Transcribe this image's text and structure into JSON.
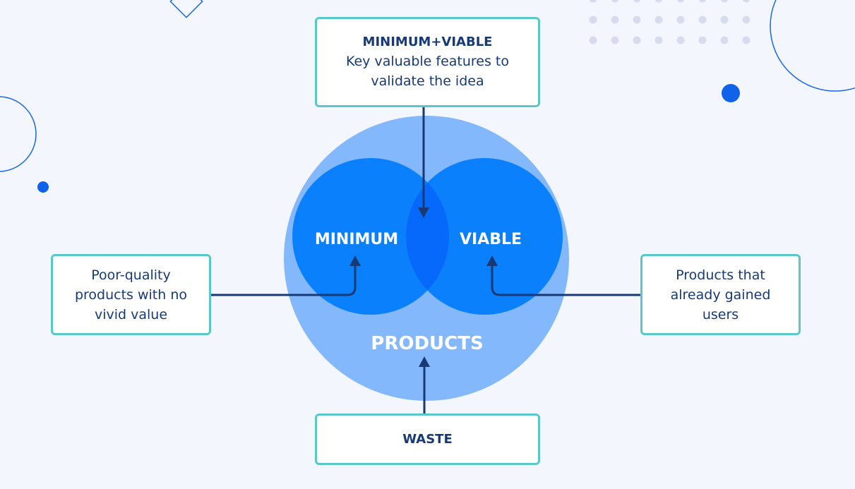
{
  "boxes": {
    "top": {
      "title": "MINIMUM+VIABLE",
      "line1": "Key valuable features to",
      "line2": "validate the idea"
    },
    "left": {
      "line1": "Poor-quality",
      "line2": "products with no",
      "line3": "vivid value"
    },
    "right": {
      "line1": "Products that",
      "line2": "already gained",
      "line3": "users"
    },
    "bottom": {
      "title": "WASTE"
    }
  },
  "circles": {
    "minimum": "MINIMUM",
    "viable": "VIABLE",
    "products": "PRODUCTS"
  },
  "colors": {
    "background": "#f3f7fd",
    "outer_circle": "#84b8fc",
    "inner_circle": "#0b80fd",
    "overlap": "#0769fb",
    "arrow": "#173a74",
    "box_border": "#5ac7c8",
    "decoration": "#1a66e6",
    "dots": "#d6dcee"
  }
}
